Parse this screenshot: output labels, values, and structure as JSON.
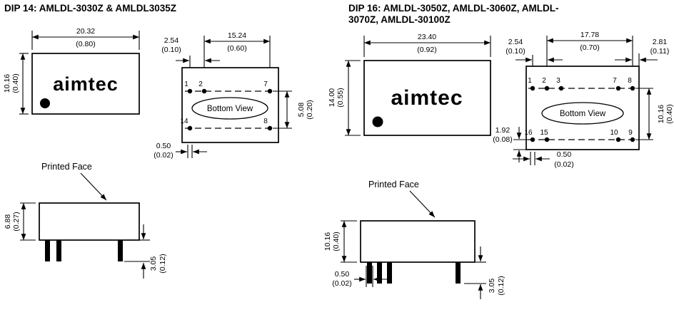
{
  "colors": {
    "ink": "#000000",
    "background": "#ffffff"
  },
  "dip14": {
    "title": "DIP 14: AMLDL-3030Z & AMLDL3035Z",
    "logo": "aimtec",
    "top_view": {
      "width_mm": "20.32",
      "width_in": "(0.80)",
      "height_mm": "10.16",
      "height_in": "(0.40)"
    },
    "bottom_view": {
      "label": "Bottom View",
      "span_mm": "15.24",
      "span_in": "(0.60)",
      "pitch_mm": "2.54",
      "pitch_in": "(0.10)",
      "row_mm": "5.08",
      "row_in": "(0.20)",
      "lead_mm": "0.50",
      "lead_in": "(0.02)",
      "pins_top": [
        "1",
        "2",
        "7"
      ],
      "pins_bottom": [
        "14",
        "8"
      ]
    },
    "side_view": {
      "label": "Printed Face",
      "body_mm": "6.88",
      "body_in": "(0.27)",
      "pin_mm": "3.05",
      "pin_in": "(0.12)"
    }
  },
  "dip16": {
    "title_line1": "DIP 16: AMLDL-3050Z, AMLDL-3060Z, AMLDL-",
    "title_line2": "3070Z, AMLDL-30100Z",
    "logo": "aimtec",
    "top_view": {
      "width_mm": "23.40",
      "width_in": "(0.92)",
      "height_mm": "14.00",
      "height_in": "(0.55)"
    },
    "bottom_view": {
      "label": "Bottom View",
      "span_mm": "17.78",
      "span_in": "(0.70)",
      "pitch_mm": "2.54",
      "pitch_in": "(0.10)",
      "edge_mm": "2.81",
      "edge_in": "(0.11)",
      "offset_mm": "1.92",
      "offset_in": "(0.08)",
      "row_mm": "10.16",
      "row_in": "(0.40)",
      "lead_mm": "0.50",
      "lead_in": "(0.02)",
      "pins_top": [
        "1",
        "2",
        "3",
        "7",
        "8"
      ],
      "pins_bottom": [
        "16",
        "15",
        "10",
        "9"
      ]
    },
    "side_view": {
      "label": "Printed Face",
      "body_mm": "10.16",
      "body_in": "(0.40)",
      "lead_mm": "0.50",
      "lead_in": "(0.02)",
      "pin_mm": "3.05",
      "pin_in": "(0.12)"
    }
  }
}
